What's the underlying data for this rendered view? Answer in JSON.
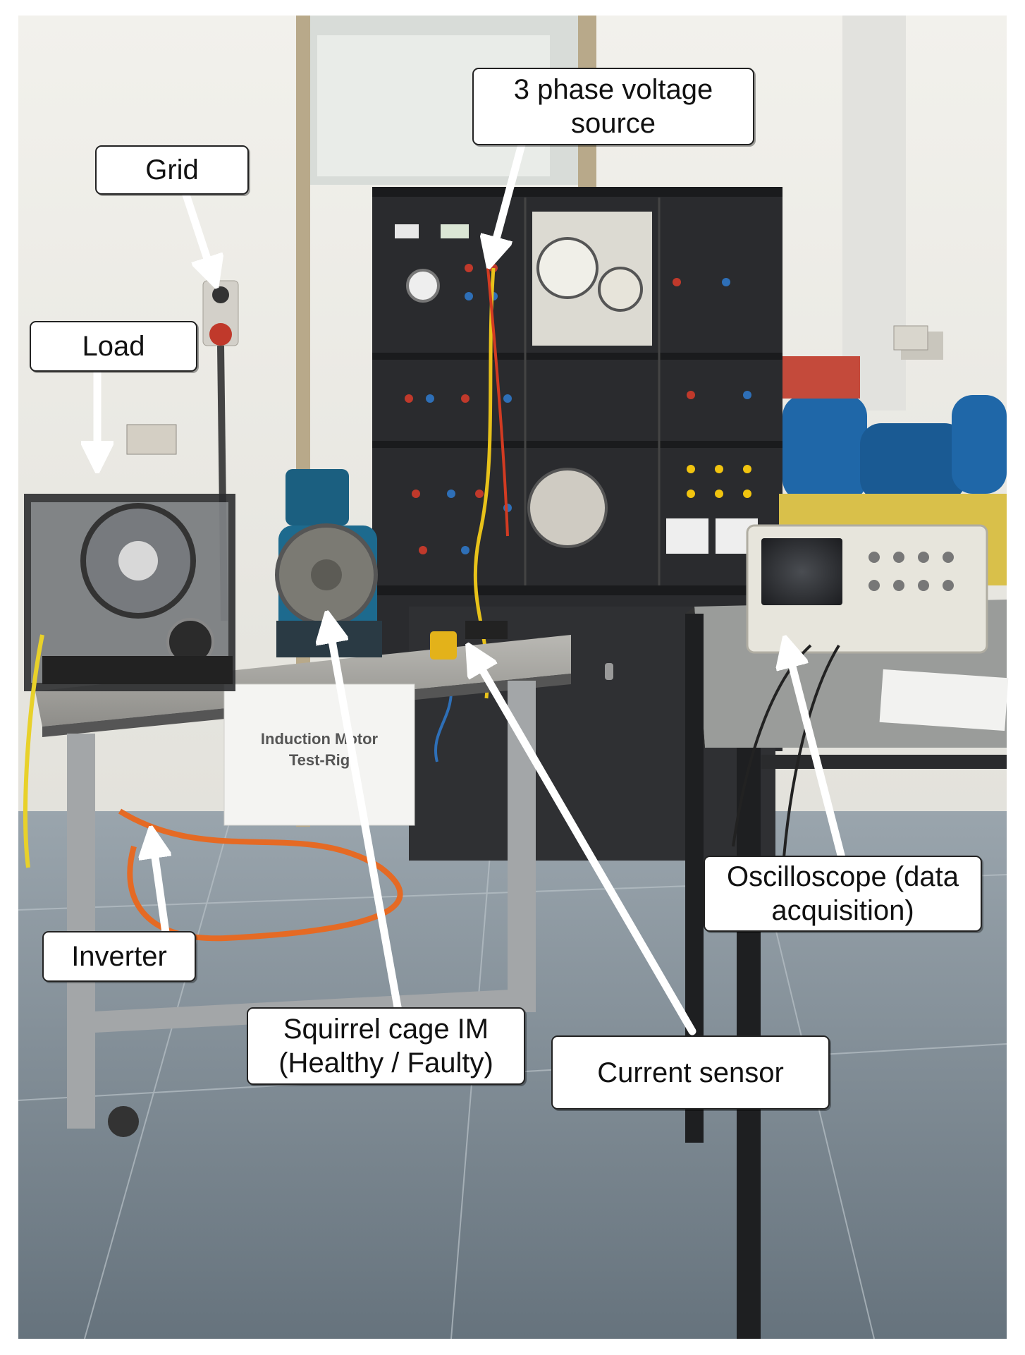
{
  "figure": {
    "description_labels": [
      {
        "id": "grid",
        "text": "Grid"
      },
      {
        "id": "load",
        "text": "Load"
      },
      {
        "id": "voltage-source",
        "text": "3 phase voltage\nsource"
      },
      {
        "id": "inverter",
        "text": "Inverter"
      },
      {
        "id": "motor",
        "text": "Squirrel cage IM\n(Healthy / Faulty)"
      },
      {
        "id": "current-sensor",
        "text": "Current sensor"
      },
      {
        "id": "oscilloscope",
        "text": "Oscilloscope (data\nacquisition)"
      }
    ],
    "photo_sign_text": "Induction Motor\nTest-Rig",
    "colors": {
      "callout_fill": "#ffffff",
      "callout_border": "#222222",
      "arrow": "#ffffff",
      "panel": "#2a2b2e",
      "floor": "#7d8a94",
      "wall": "#ecebe6",
      "motor_blue": "#1d6a8e",
      "cable_orange": "#e56a24"
    }
  }
}
